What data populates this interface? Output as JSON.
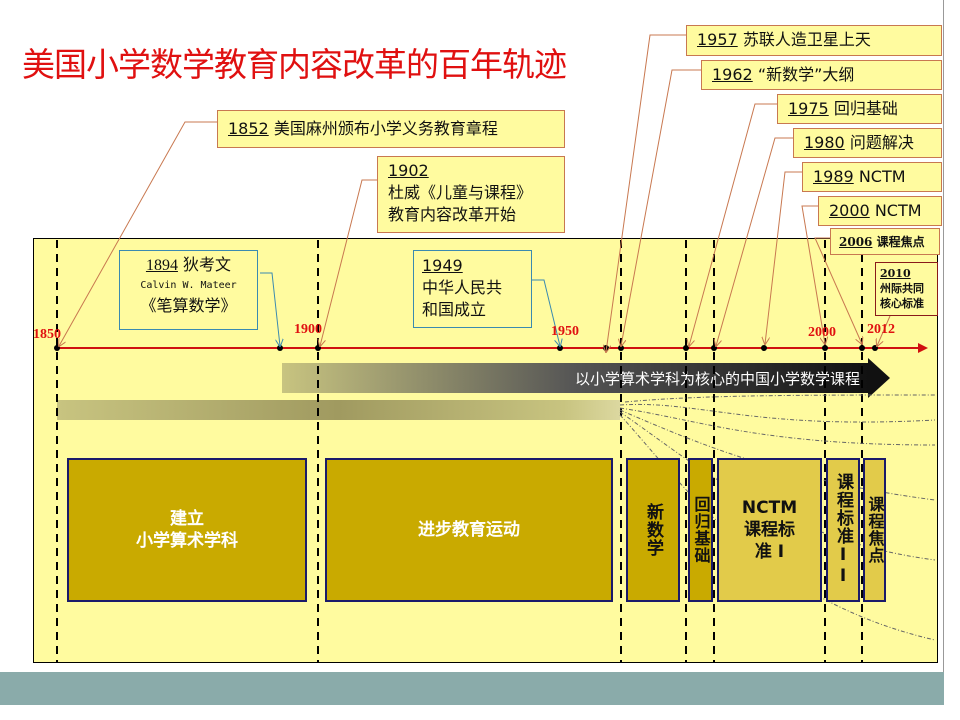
{
  "title": "美国小学数学教育内容改革的百年轨迹",
  "axis_years": [
    "1850",
    "1900",
    "1950",
    "2000",
    "2012"
  ],
  "callouts": {
    "c1852": {
      "year": "1852",
      "text": "美国麻州颁布小学义务教育章程"
    },
    "c1902": {
      "year": "1902",
      "line1": "杜威《儿童与课程》",
      "line2": "教育内容改革开始"
    },
    "c1894": {
      "year": "1894",
      "name": "狄考文",
      "en": "Calvin W. Mateer",
      "book": "《笔算数学》"
    },
    "c1949": {
      "year": "1949",
      "line1": "中华人民共",
      "line2": "和国成立"
    },
    "c1957": {
      "year": "1957",
      "text": "苏联人造卫星上天"
    },
    "c1962": {
      "year": "1962",
      "text": "“新数学”大纲"
    },
    "c1975": {
      "year": "1975",
      "text": "回归基础"
    },
    "c1980": {
      "year": "1980",
      "text": "问题解决"
    },
    "c1989": {
      "year": "1989",
      "text": "NCTM"
    },
    "c2000": {
      "year": "2000",
      "text": "NCTM"
    },
    "c2006": {
      "year": "2006",
      "text": "课程焦点"
    },
    "c2010": {
      "year": "2010",
      "line1": "州际共同",
      "line2": "核心标准"
    }
  },
  "banner": "以小学算术学科为核心的中国小学数学课程",
  "periods": [
    "建立\n小学算术学科",
    "进步教育运动",
    "新数学",
    "回归基础",
    "NCTM\n课程标\n准 I",
    "课程标准II",
    "课程焦点"
  ],
  "colors": {
    "title": "#e01010",
    "panel": "#fffb9f",
    "period": "#c9aa00",
    "footer": "#8aabaa"
  }
}
